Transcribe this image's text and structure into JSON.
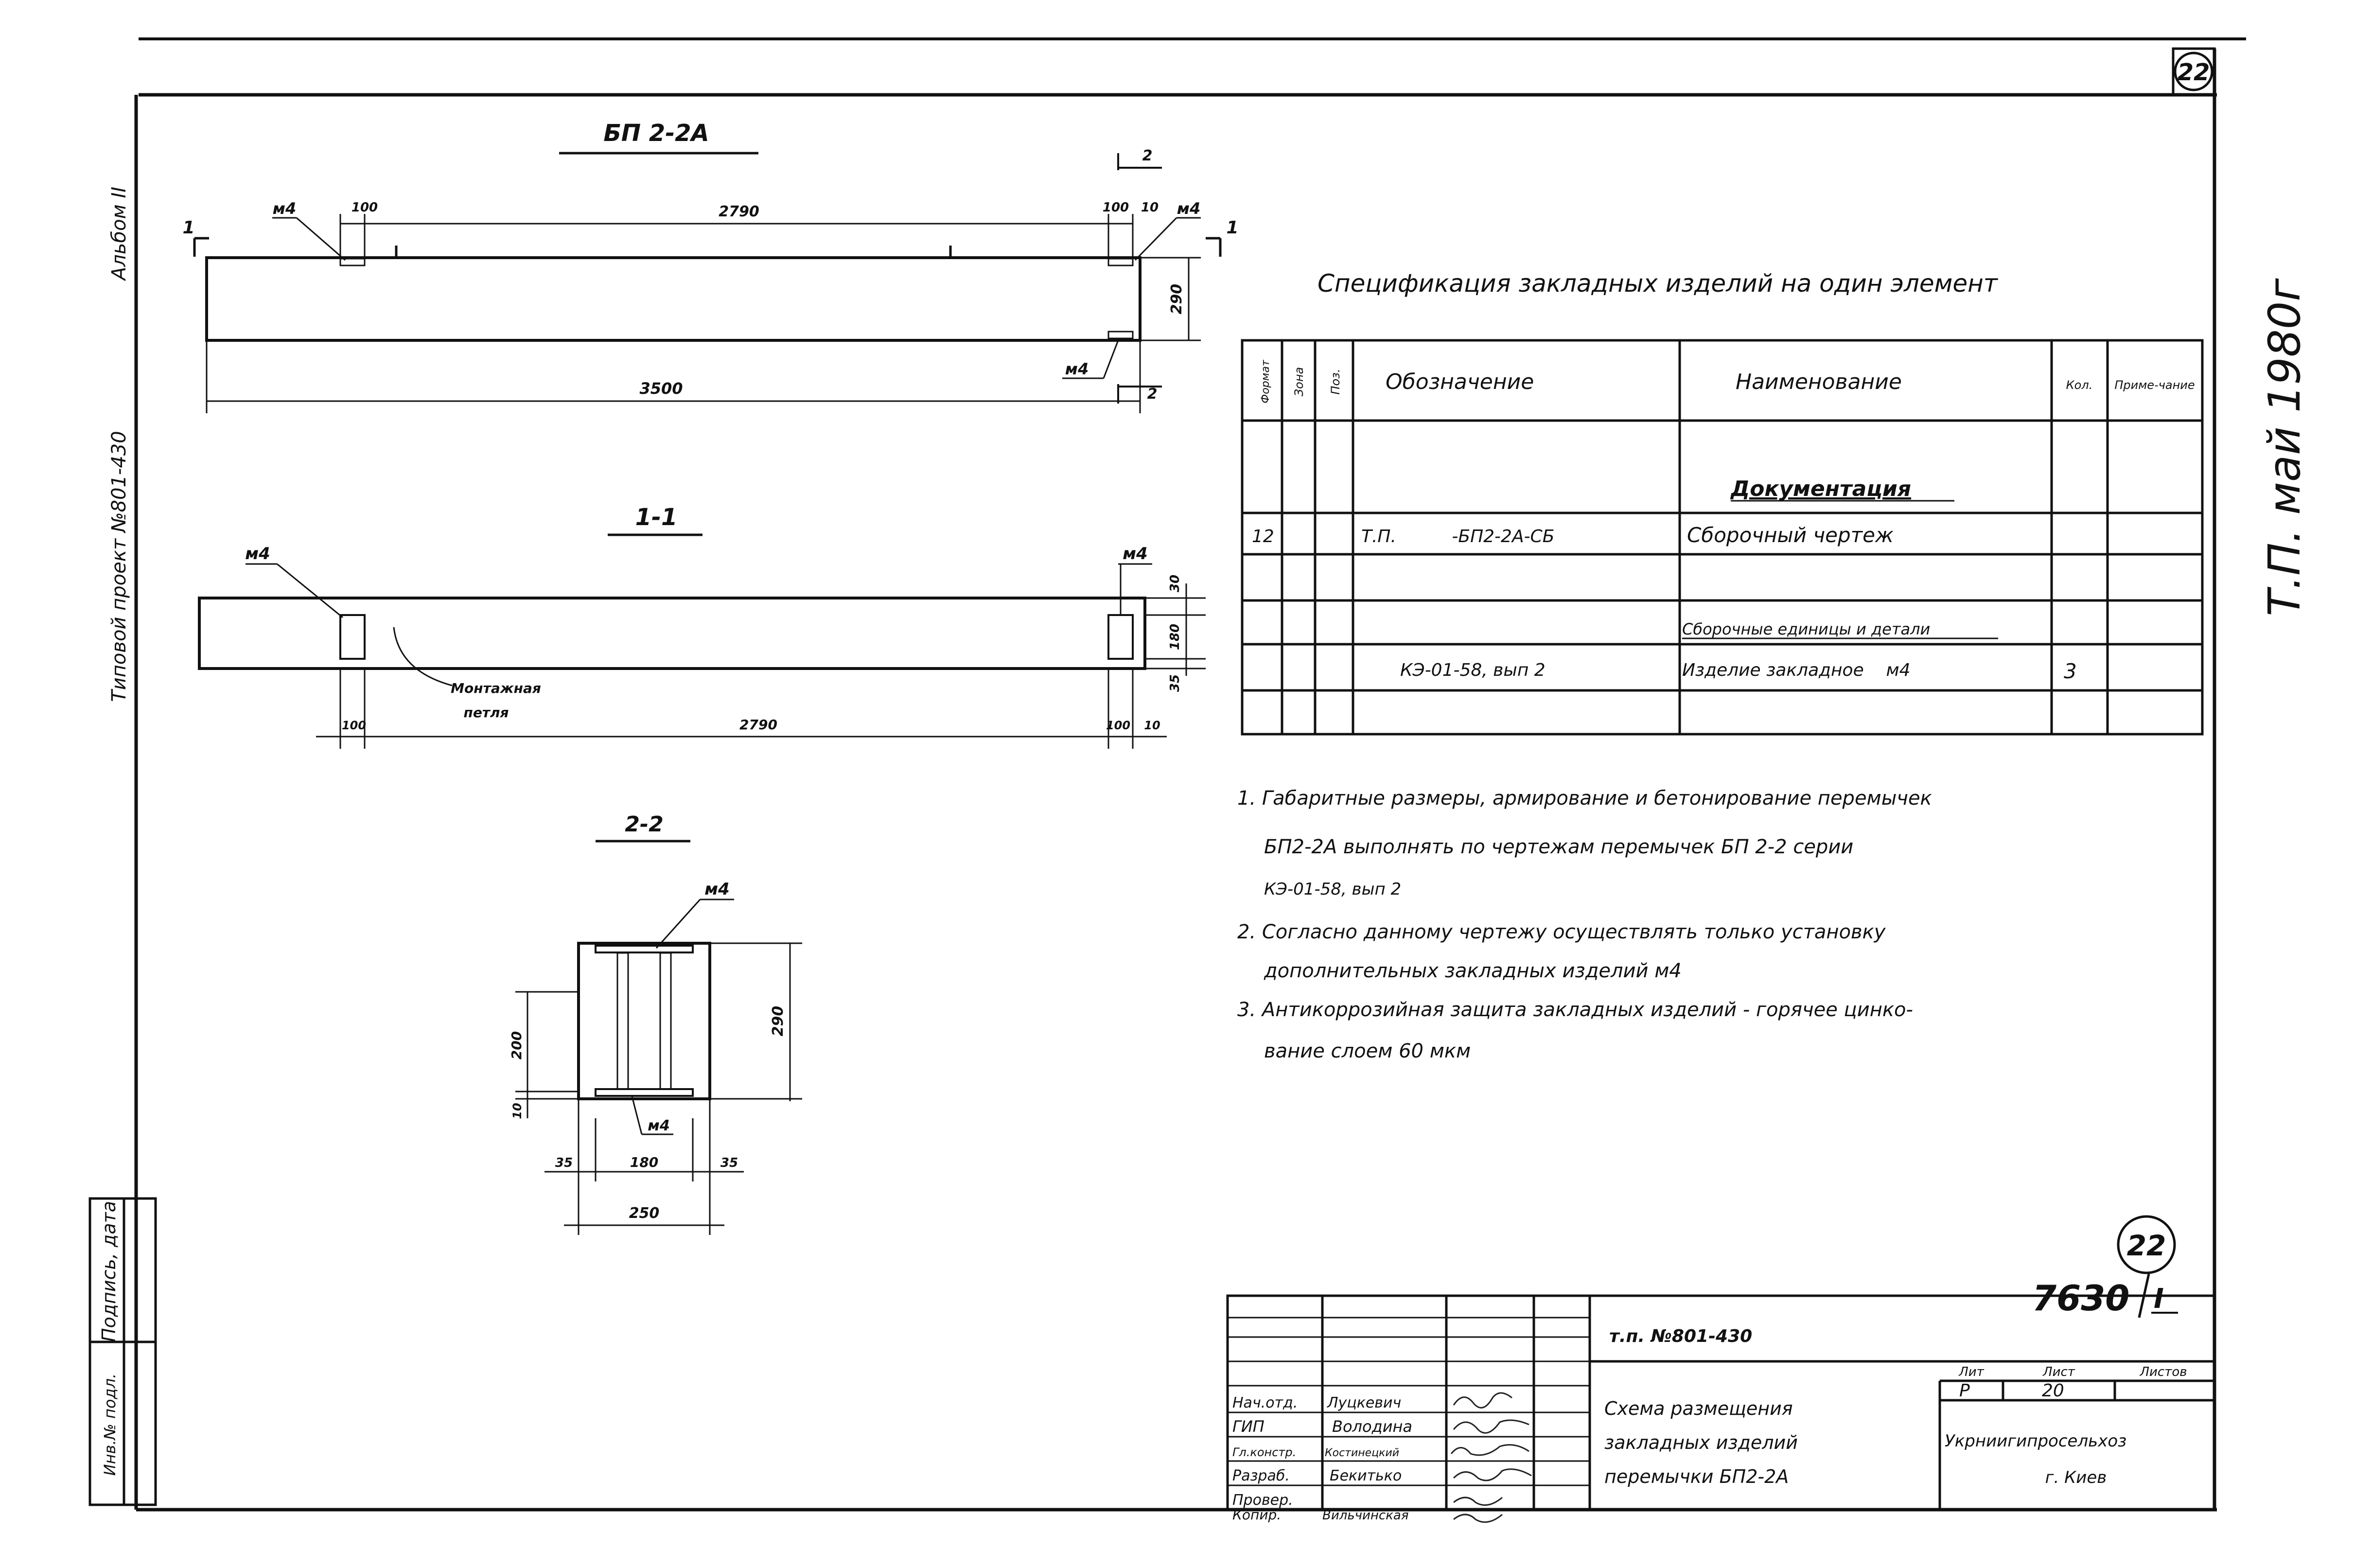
{
  "sheet_number": "22",
  "album_label": "Альбом II",
  "project_label": "Типовой проект №801-430",
  "side_note": "Т.П. май 1980г",
  "views": {
    "elevation_title": "БП 2-2А",
    "section11_title": "1-1",
    "section22_title": "2-2",
    "section_mark_1": "1",
    "section_mark_2": "2",
    "part_mark": "м4",
    "dim_100": "100",
    "dim_10": "10",
    "dim_2790": "2790",
    "dim_3500": "3500",
    "dim_290": "290",
    "dim_30": "30",
    "dim_180": "180",
    "dim_35": "35",
    "dim_200": "200",
    "dim_250": "250",
    "mount_loop_1": "Монтажная",
    "mount_loop_2": "петля"
  },
  "spec": {
    "title": "Спецификация закладных изделий на один элемент",
    "headers": [
      "Формат",
      "Зона",
      "Поз.",
      "Обозначение",
      "Наименование",
      "Кол.",
      "Приме-чание"
    ],
    "section_docs": "Документация",
    "row1": {
      "format": "12",
      "designation": "Т.П.          -БП2-2А-СБ",
      "name": "Сборочный чертеж"
    },
    "section_assembly": "Сборочные единицы и детали",
    "row2": {
      "designation": "КЭ-01-58, вып 2",
      "name": "Изделие закладное    м4",
      "qty": "3"
    }
  },
  "notes": [
    "1. Габаритные размеры, армирование и бетонирование перемычек",
    "БП2-2А выполнять по чертежам перемычек БП 2-2  серии",
    "КЭ-01-58, вып 2",
    "2. Согласно данному чертежу осуществлять только установку",
    "дополнительных закладных изделий м4",
    "3. Антикоррозийная защита закладных изделий - горячее цинко-",
    "вание слоем 60 мкм"
  ],
  "doc_code": "7630",
  "doc_album": "I",
  "doc_circle": "22",
  "left_stamp": {
    "col1": "Инв.№ подл.",
    "col2": "Подпись, дата"
  },
  "title_block": {
    "project": "т.п. №801-430",
    "title": [
      "Схема размещения",
      "закладных изделий",
      "перемычки БП2-2А"
    ],
    "roles": [
      "Нач.отд.",
      "ГИП",
      "Гл.констр.",
      "Разраб.",
      "Провер.",
      "Копир."
    ],
    "names": [
      "Луцкевич",
      "Володина",
      "Костинецкий",
      "Бекитько",
      "",
      "Вильчинская"
    ],
    "stage_label": "Лит",
    "stage_value": "Р",
    "sheet_label": "Лист",
    "sheet_value": "20",
    "sheets_label": "Листов",
    "org": [
      "Укрниигипросельхоз",
      "г. Киев"
    ]
  }
}
